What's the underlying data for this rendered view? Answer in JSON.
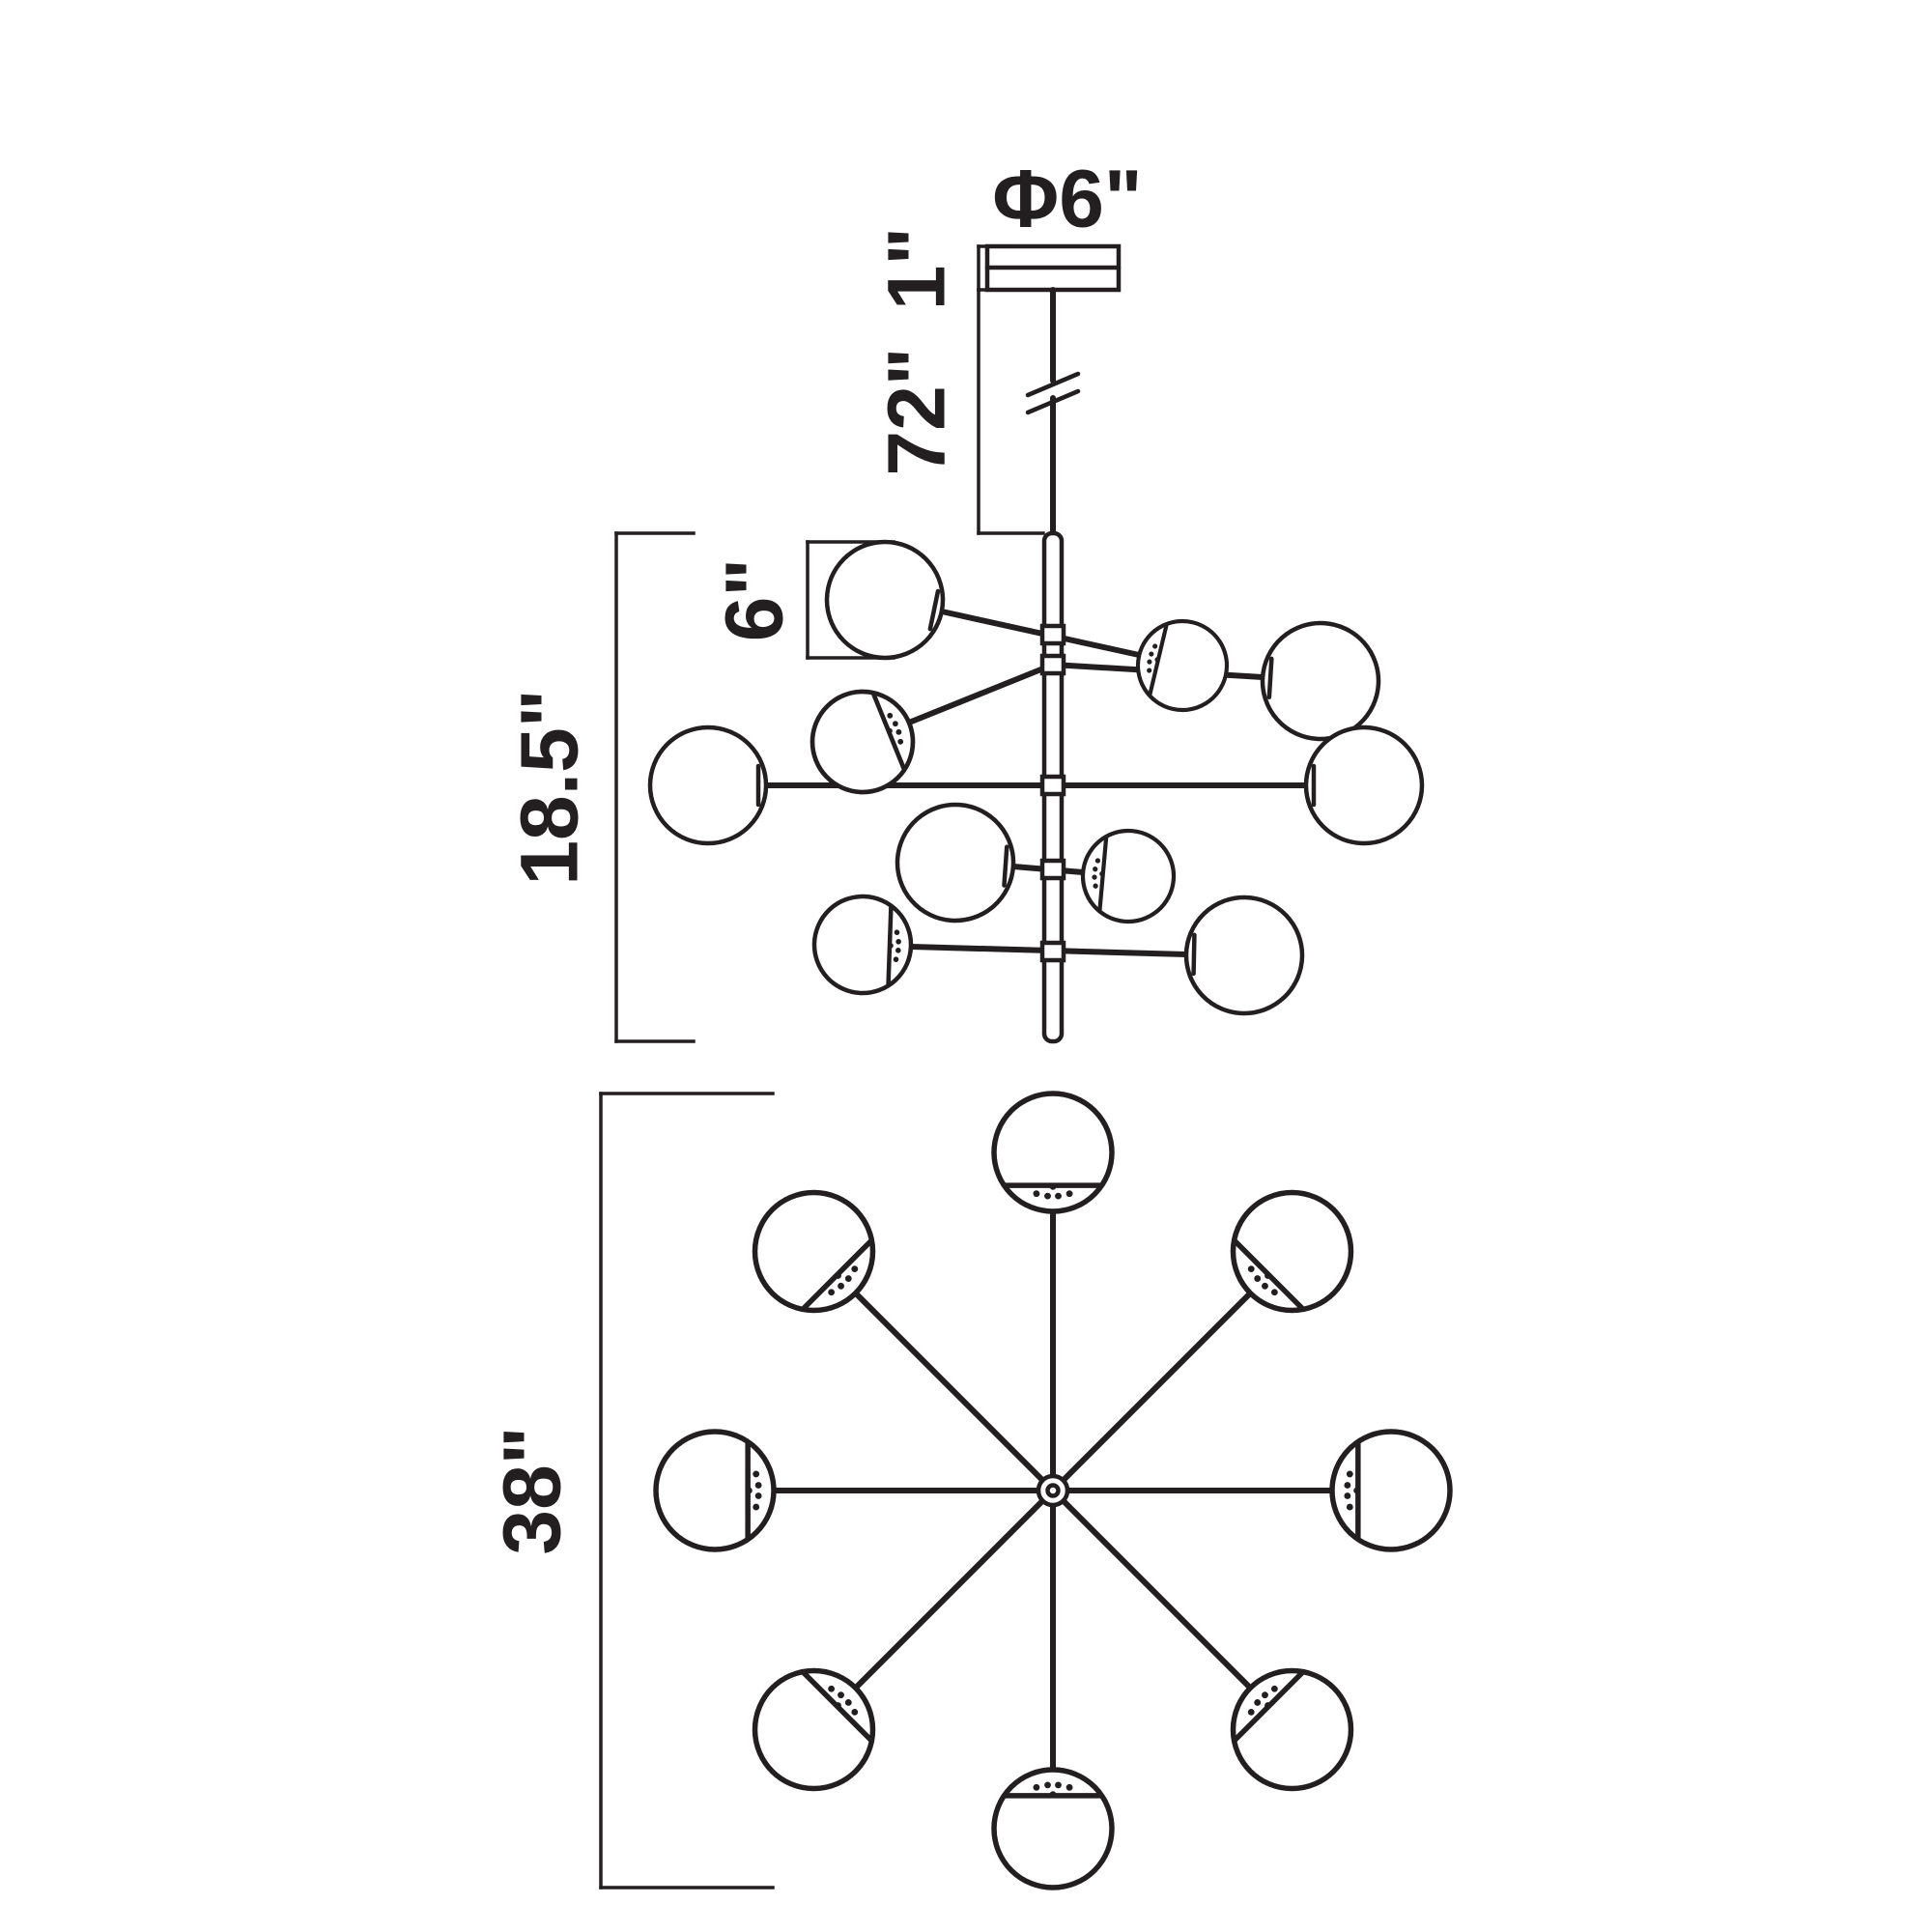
{
  "diagram": {
    "labels": {
      "canopy_diameter": "Φ6\"",
      "canopy_height": "1\"",
      "suspension_rod_length": "72\"",
      "globe_diameter": "6\"",
      "body_height": "18.5\"",
      "overall_diameter": "38\""
    },
    "colors": {
      "line": "#231f20",
      "background": "#ffffff"
    }
  }
}
